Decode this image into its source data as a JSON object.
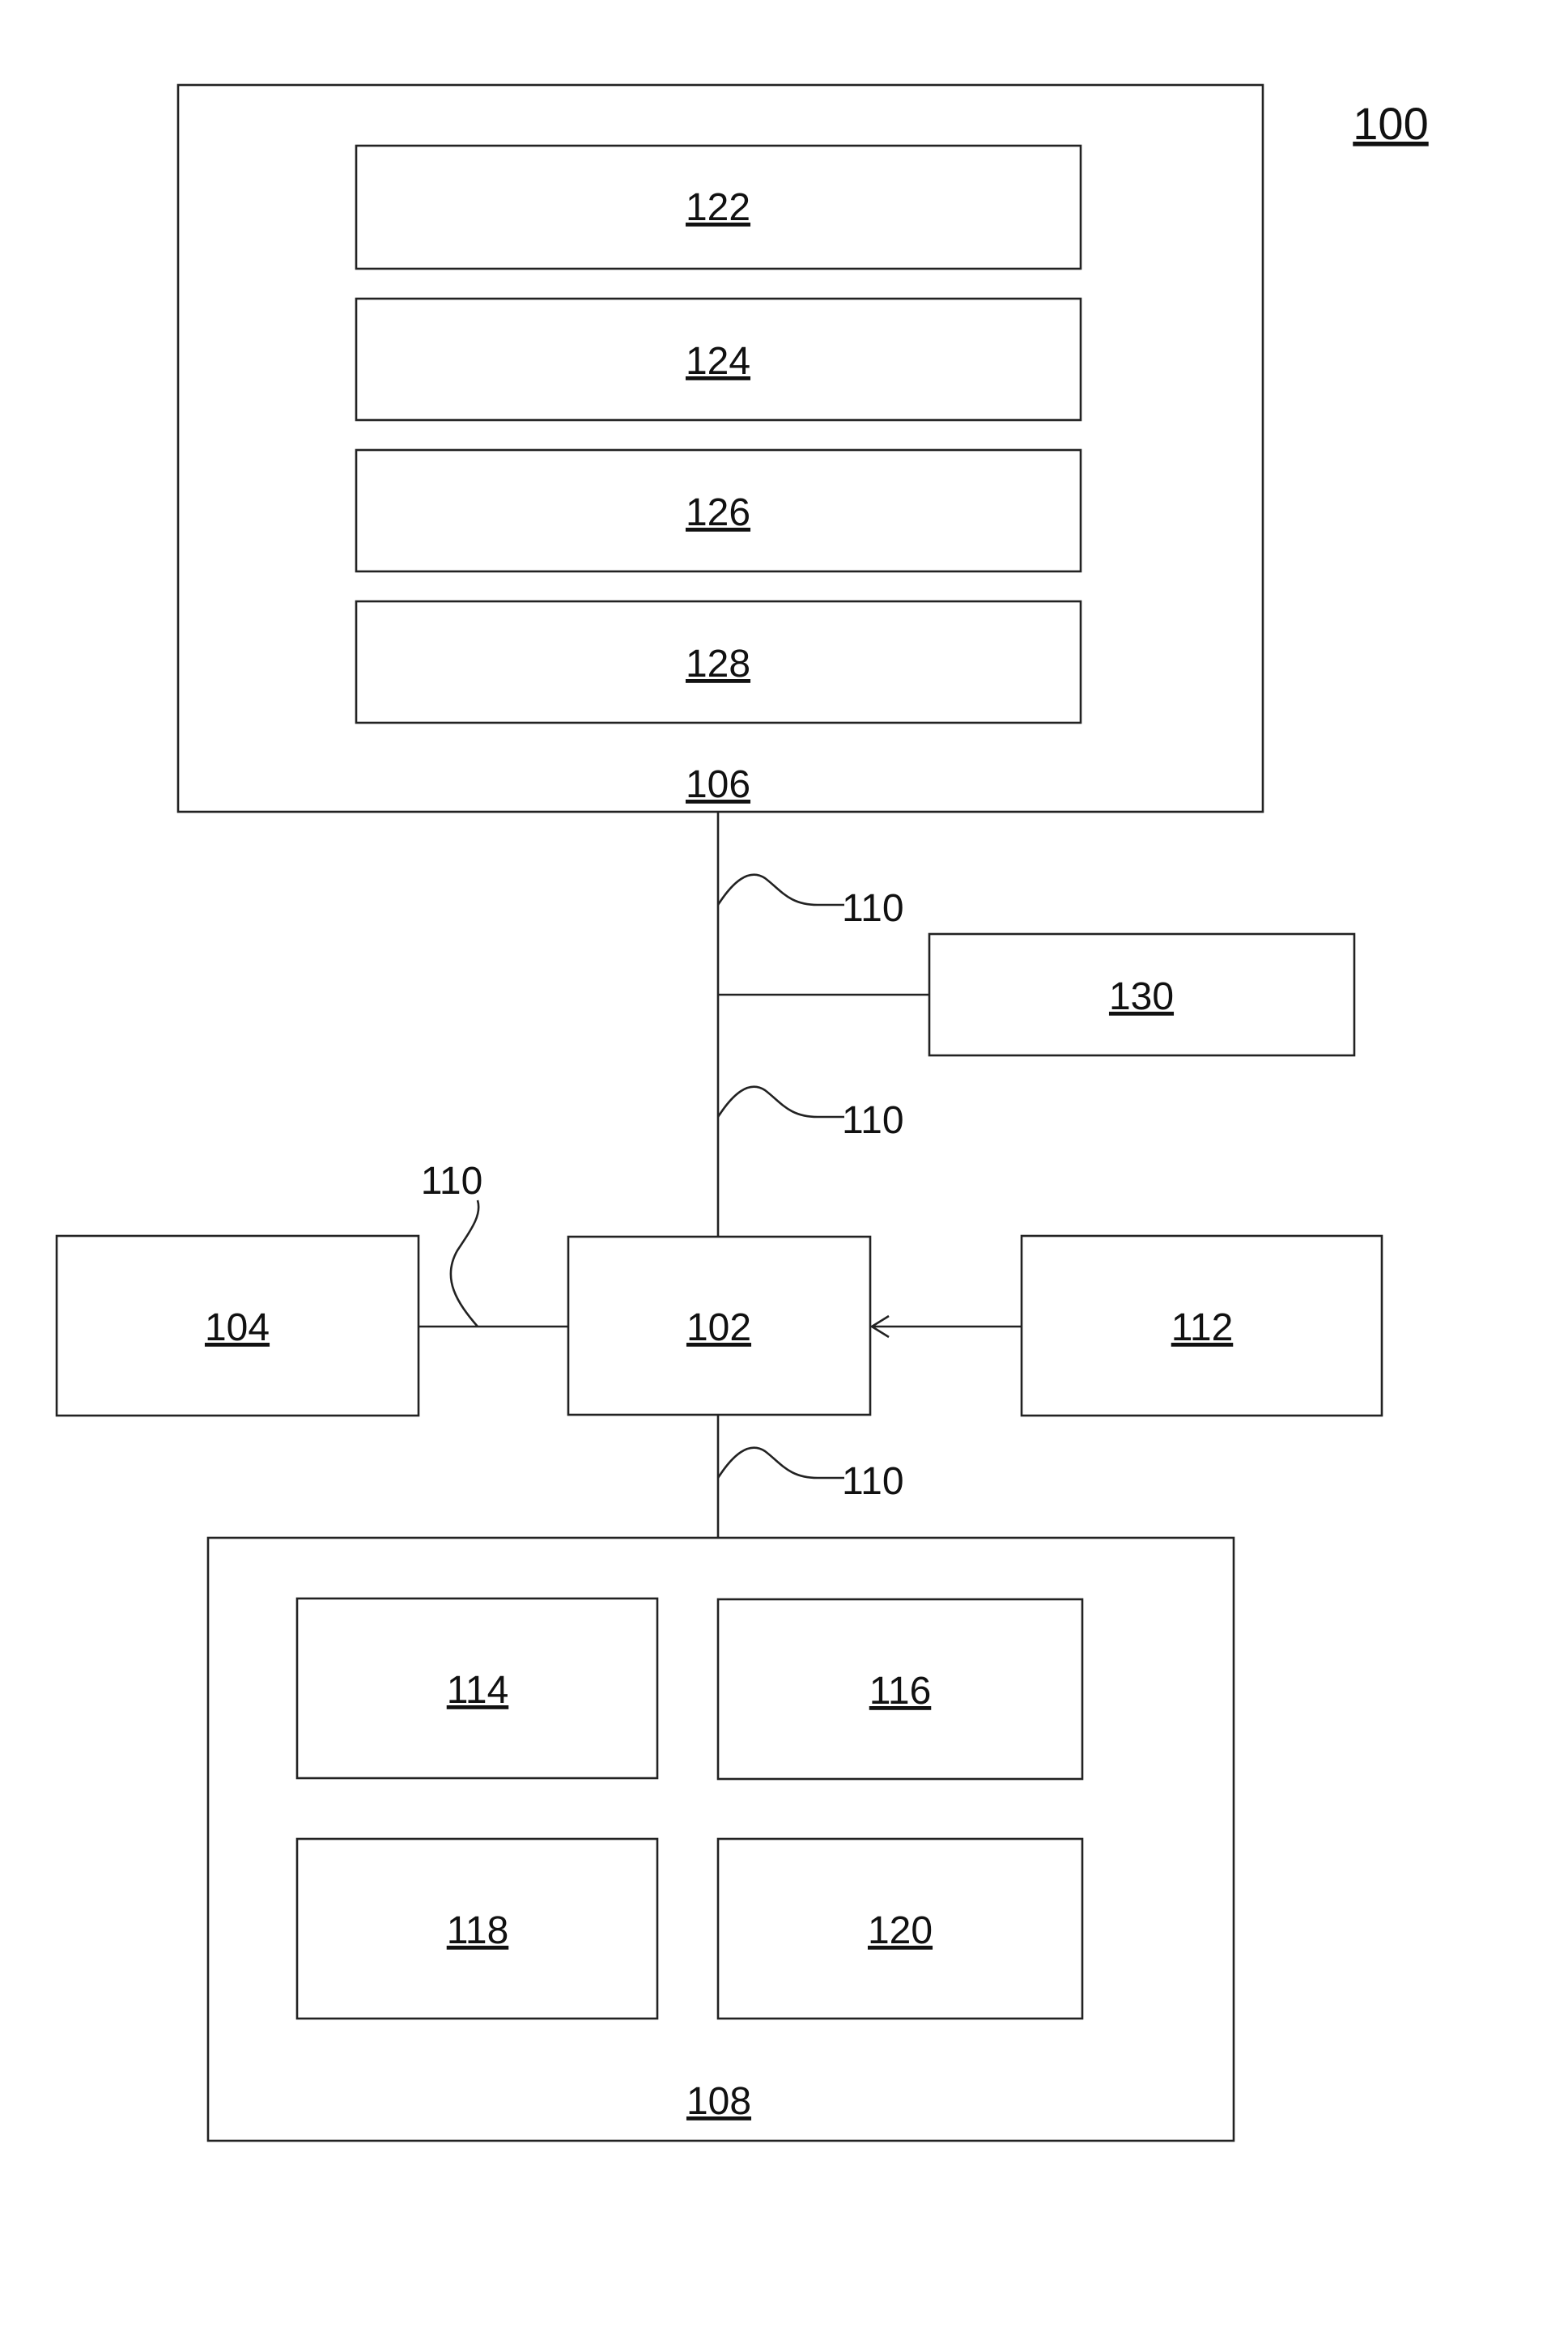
{
  "figure": {
    "ref": "100"
  },
  "blocks": {
    "b106": "106",
    "b122": "122",
    "b124": "124",
    "b126": "126",
    "b128": "128",
    "b130": "130",
    "b104": "104",
    "b102": "102",
    "b112": "112",
    "b108": "108",
    "b114": "114",
    "b116": "116",
    "b118": "118",
    "b120": "120"
  },
  "links": {
    "link_a": "110",
    "link_b": "110",
    "link_c": "110",
    "link_d": "110"
  }
}
